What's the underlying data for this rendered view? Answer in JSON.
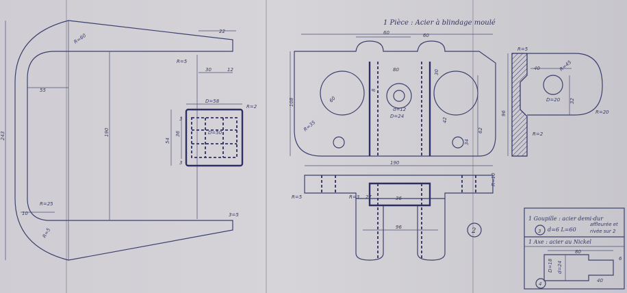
{
  "titles": {
    "piece1": "1 Pièce : Acier à blindage moulé",
    "goupille": "1 Goupille : acier demi-dur",
    "goupille_spec": "d=6  L=60",
    "goupille_note1": "affleurée et",
    "goupille_note2": "rivée sur 2",
    "axe": "1 Axe : acier au Nickel"
  },
  "markers": {
    "m2": "2",
    "m3": "3",
    "m4": "4"
  },
  "dims": {
    "d22": "22",
    "r60": "R=60",
    "r5a": "R=5",
    "d30": "30",
    "d12": "12",
    "d55": "55",
    "d243": "243",
    "d190a": "190",
    "d58": "D=58",
    "d50": "D=50",
    "d3a": "3",
    "d36": "36",
    "d54": "54",
    "d3b": "3",
    "r2a": "R=2",
    "r25": "R=25",
    "d10": "10",
    "r5b": "R=5",
    "r5c": "3=5",
    "d60a": "60",
    "d60b": "60",
    "d80": "80",
    "d30b": "30",
    "d8": "8",
    "d60c": "60",
    "d12b": "d=12",
    "d24": "D=24",
    "d42": "42",
    "d62": "62",
    "d34": "34",
    "d108": "108",
    "r35": "R=35",
    "d190b": "190",
    "r10": "R=10",
    "r5d": "R=5",
    "d36b": "36",
    "d96": "96",
    "r3": "R=3",
    "d27": "27",
    "r5e": "R=5",
    "d40": "40",
    "r45": "R=45",
    "d20": "D=20",
    "d32": "32",
    "r20": "R=20",
    "d96b": "96",
    "r2b": "R=2",
    "d80b": "80",
    "d18": "D=18",
    "d24b": "d=24",
    "d40b": "40",
    "d6": "6"
  }
}
